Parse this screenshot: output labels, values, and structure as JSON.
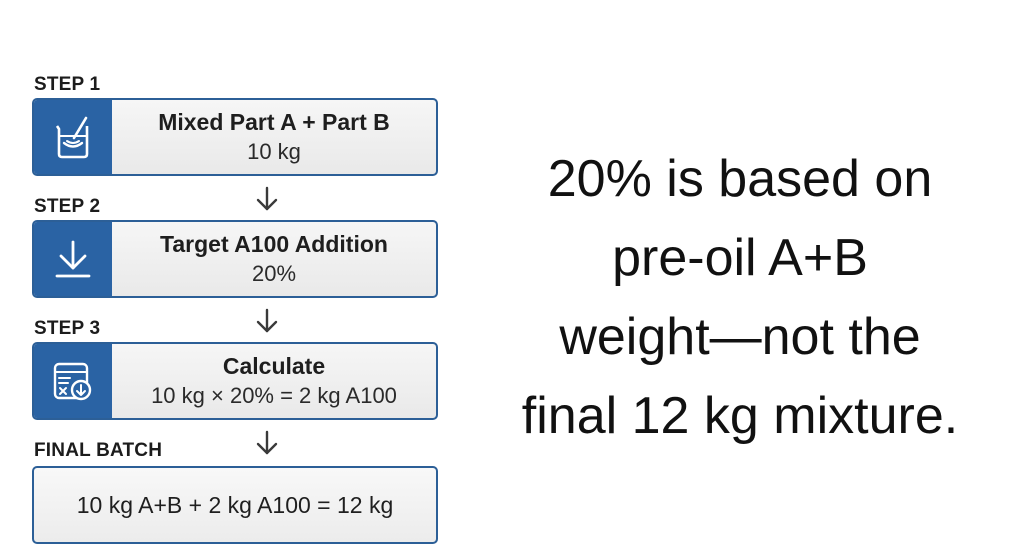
{
  "steps": [
    {
      "label": "STEP 1",
      "title": "Mixed Part A + Part B",
      "value": "10 kg",
      "icon": "mixing-beaker-icon"
    },
    {
      "label": "STEP 2",
      "title": "Target A100 Addition",
      "value": "20%",
      "icon": "download-arrow-icon"
    },
    {
      "label": "STEP 3",
      "title": "Calculate",
      "value": "10 kg × 20% = 2 kg A100",
      "icon": "calculator-icon"
    }
  ],
  "final": {
    "label": "FINAL BATCH",
    "value": "10 kg A+B + 2 kg A100 = 12 kg"
  },
  "statement": {
    "line1": "20% is based on",
    "line2": "pre-oil A+B",
    "line3": "weight—not the",
    "line4": "final 12 kg mixture."
  },
  "colors": {
    "accent": "#2a63a4",
    "card_border": "#2c5f97",
    "card_background": "#eeeeee",
    "text": "#1e1e1e"
  }
}
